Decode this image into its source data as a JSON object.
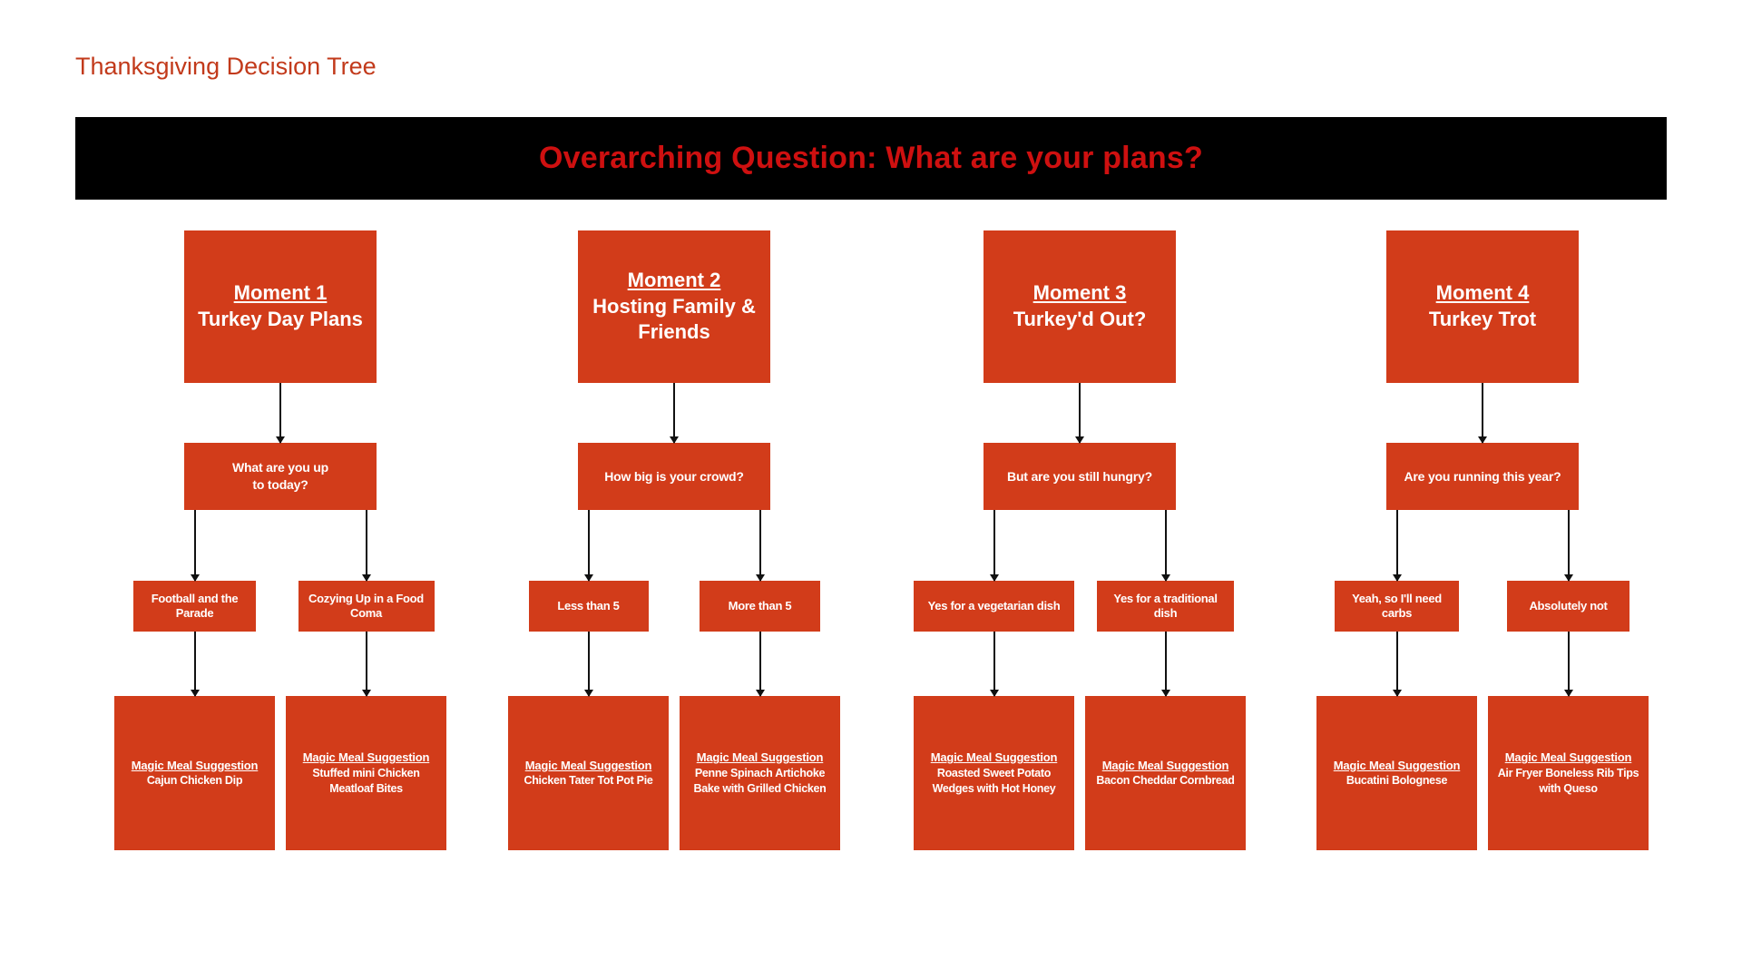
{
  "title": "Thanksgiving Decision Tree",
  "banner": {
    "text": "Overarching Question: What are your plans?"
  },
  "colors": {
    "box_fill": "#D23C1A",
    "box_text": "#FFFFFF",
    "banner_background": "#000000",
    "banner_text": "#CE1010",
    "title_text": "#C23A1B",
    "arrow": "#111111"
  },
  "columns": [
    {
      "moment": {
        "title": "Moment 1",
        "subtitle": "Turkey Day Plans"
      },
      "question": "What are you up\nto today?",
      "branches": [
        {
          "answer": "Football and the\nParade",
          "meal_label": "Magic Meal Suggestion",
          "meal": "Cajun Chicken Dip"
        },
        {
          "answer": "Cozying Up in a Food\nComa",
          "meal_label": "Magic Meal Suggestion",
          "meal": "Stuffed mini Chicken\nMeatloaf Bites"
        }
      ]
    },
    {
      "moment": {
        "title": "Moment 2",
        "subtitle": "Hosting Family &\nFriends"
      },
      "question": "How big is your crowd?",
      "branches": [
        {
          "answer": "Less than 5",
          "meal_label": "Magic Meal Suggestion",
          "meal": "Chicken Tater Tot Pot Pie"
        },
        {
          "answer": "More than 5",
          "meal_label": "Magic Meal Suggestion",
          "meal": "Penne Spinach Artichoke\nBake with Grilled Chicken"
        }
      ]
    },
    {
      "moment": {
        "title": "Moment 3",
        "subtitle": "Turkey'd Out?"
      },
      "question": "But are you still hungry?",
      "branches": [
        {
          "answer": "Yes for a vegetarian dish",
          "meal_label": "Magic Meal Suggestion",
          "meal": "Roasted Sweet Potato\nWedges with Hot Honey"
        },
        {
          "answer": "Yes for a  traditional\ndish",
          "meal_label": "Magic Meal Suggestion",
          "meal": "Bacon Cheddar Cornbread"
        }
      ]
    },
    {
      "moment": {
        "title": "Moment 4",
        "subtitle": "Turkey Trot"
      },
      "question": "Are you running this year?",
      "branches": [
        {
          "answer": "Yeah, so I'll need\ncarbs",
          "meal_label": "Magic Meal Suggestion",
          "meal": "Bucatini Bolognese"
        },
        {
          "answer": "Absolutely not",
          "meal_label": "Magic Meal Suggestion",
          "meal": "Air Fryer Boneless Rib Tips\nwith Queso"
        }
      ]
    }
  ]
}
